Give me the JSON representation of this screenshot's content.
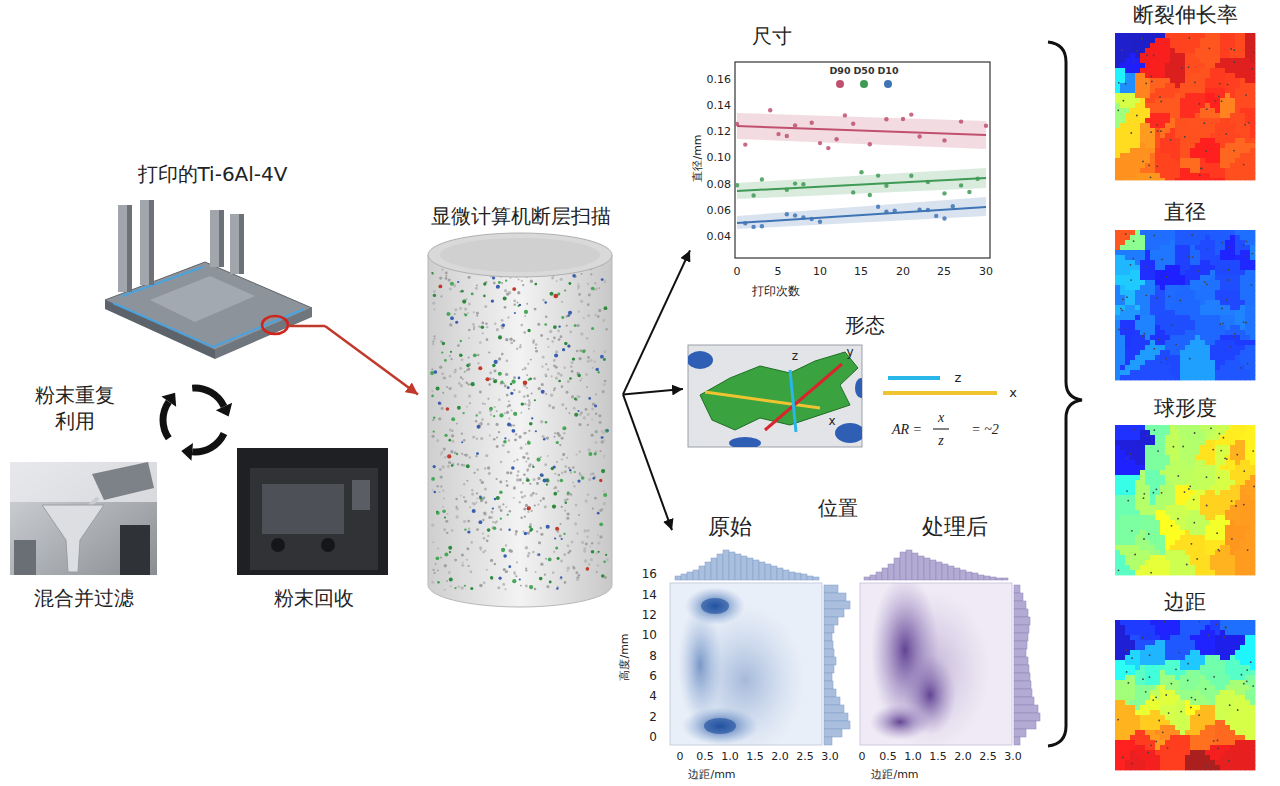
{
  "diagram": {
    "nodes": [
      {
        "text": [
          "打印的Ti-6Al-4V"
        ]
      },
      {
        "text": [
          "混合并过滤"
        ]
      },
      {
        "text": [
          "粉末回收"
        ]
      },
      {
        "text": [
          "显微计算机断层扫描"
        ]
      },
      {
        "text": [
          "尺寸"
        ]
      },
      {
        "text": [
          "形态"
        ]
      },
      {
        "text": [
          "位置"
        ]
      },
      {
        "text": [
          "原始"
        ],
        "in": 6
      },
      {
        "text": [
          "处理后"
        ],
        "in": 6
      },
      {
        "text": [
          "断裂伸长率"
        ]
      },
      {
        "text": [
          "直径"
        ]
      },
      {
        "text": [
          "球形度"
        ]
      },
      {
        "text": [
          "边距"
        ]
      }
    ],
    "edges": [
      {
        "from": 0,
        "to": 3,
        "arrow": "to"
      },
      {
        "from": 3,
        "to": 4,
        "arrow": "to"
      },
      {
        "from": 3,
        "to": 5,
        "arrow": "to"
      },
      {
        "from": 3,
        "to": 6,
        "arrow": "to"
      }
    ],
    "labels": [
      "粉末重复 利用",
      "0.16",
      "0.14",
      "0.12",
      "0.10",
      "0.08",
      "0.06",
      "0.04",
      "直径/mm",
      "0",
      "5",
      "10",
      "15",
      "20",
      "25",
      "30",
      "打印次数",
      "z",
      "y",
      "x",
      "AR =",
      "x",
      "z",
      "= ~2",
      "16",
      "14",
      "12",
      "10",
      "8",
      "6",
      "4",
      "2",
      "0",
      "高度/mm",
      "0",
      "0.5",
      "1.0",
      "1.5",
      "2.0",
      "2.5",
      "3.0",
      "边距/mm",
      "0",
      "0.5",
      "1.0",
      "1.5",
      "2.0",
      "2.5",
      "3.0",
      "边距/mm"
    ],
    "legend": [
      {
        "text": "D90",
        "color": "#c0506e"
      },
      {
        "text": "D50",
        "color": "#3f9a55"
      },
      {
        "text": "D10",
        "color": "#3f74b5"
      },
      {
        "text": "z"
      },
      {
        "text": "x"
      }
    ]
  }
}
